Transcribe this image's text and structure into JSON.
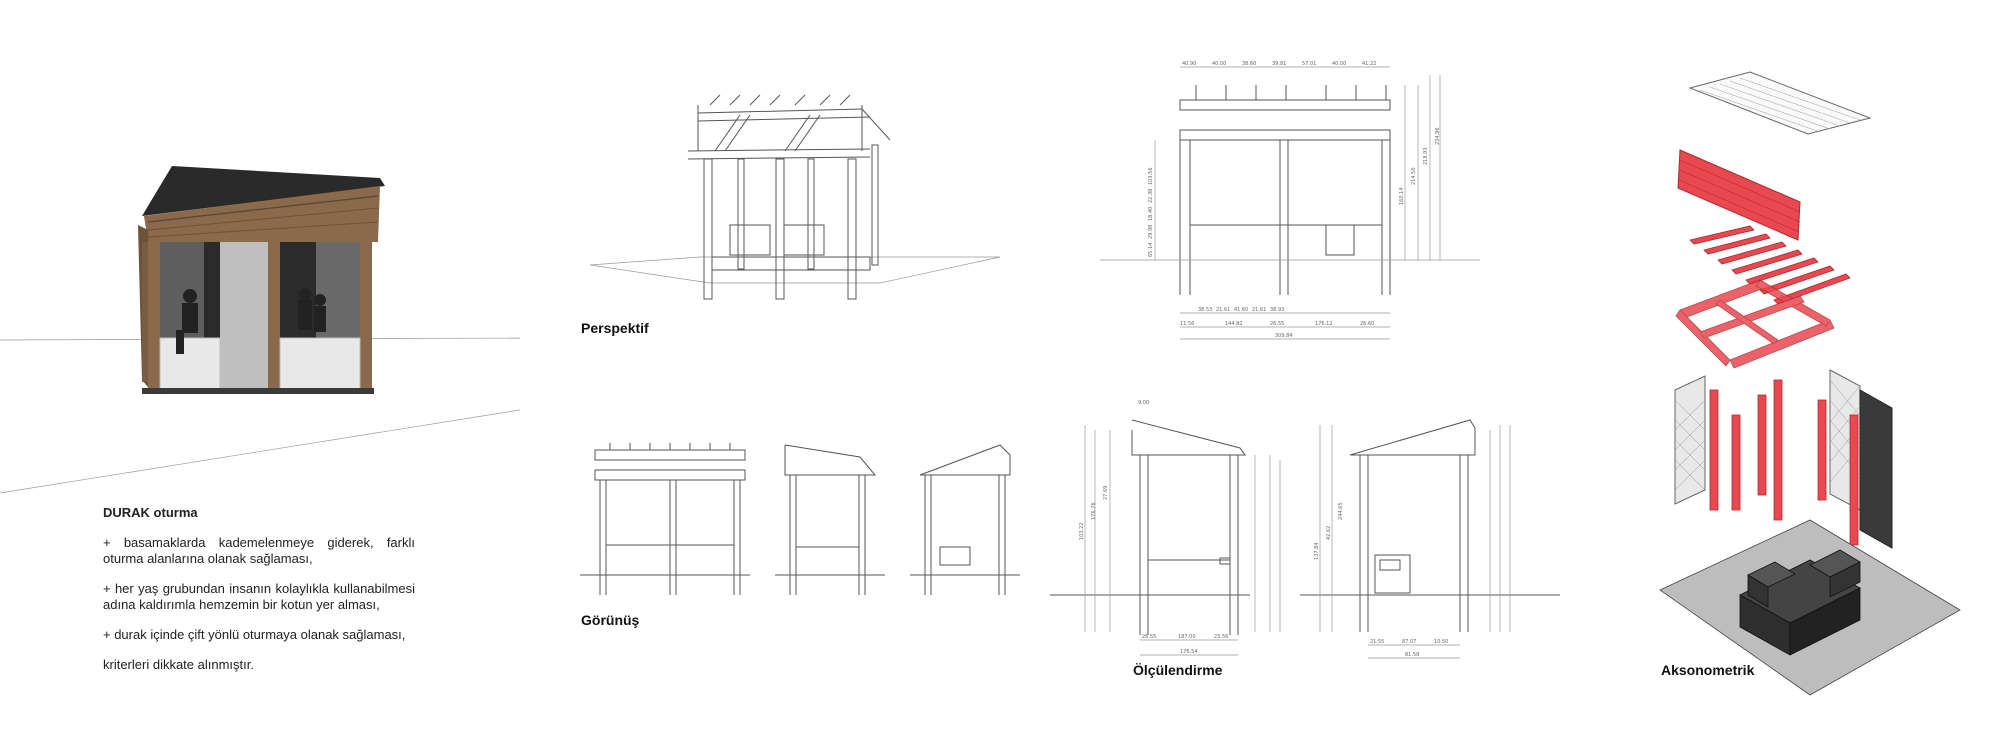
{
  "description": {
    "title": "DURAK oturma",
    "items": [
      "+ basamaklarda kademelenmeye giderek, farklı oturma alanlarına olanak sağlaması,",
      "+ her yaş grubundan insanın kolaylıkla kullanabilmesi adına kaldırımla hemzemin bir kotun yer alması,",
      "+ durak içinde çift yönlü oturmaya olanak sağlaması,",
      "kriterleri dikkate alınmıştır."
    ]
  },
  "labels": {
    "perspektif": "Perspektif",
    "gorunus": "Görünüş",
    "olculendirme": "Ölçülendirme",
    "aksonometrik": "Aksonometrik"
  },
  "colors": {
    "wood": "#8a6a4a",
    "wood_dark": "#5a4530",
    "roof": "#2a2a2a",
    "accent_red": "#e8484f",
    "ground": "#bdbdbd",
    "seat": "#444444"
  },
  "dimensions": {
    "plan_top": [
      "40.90",
      "40.00",
      "38.60",
      "39.81",
      "57.01",
      "40.00",
      "41.22"
    ],
    "plan_bottom": [
      "38.53",
      "21.61",
      "41.60",
      "21.61",
      "38.93"
    ],
    "plan_bottom2": [
      "11.56",
      "144.82",
      "26.55",
      "176.12",
      "26.60"
    ],
    "plan_total": "309.84",
    "plan_side": [
      "103.56",
      "22.38",
      "18.40",
      "29.98",
      "65.14"
    ],
    "plan_right": [
      "160.14",
      "214.50",
      "218.93",
      "234.96"
    ],
    "section_left": [
      "103.22",
      "176.76",
      "27.69"
    ],
    "section_left_bottom": [
      "26.55",
      "187.00",
      "23.56"
    ],
    "section_left_total": "176.54",
    "section_right": [
      "137.84",
      "42.62",
      "244.65"
    ],
    "section_right_bottom": [
      "21.55",
      "87.07",
      "10.50"
    ],
    "section_right_total": "81.58",
    "roof_note": "9.00"
  }
}
